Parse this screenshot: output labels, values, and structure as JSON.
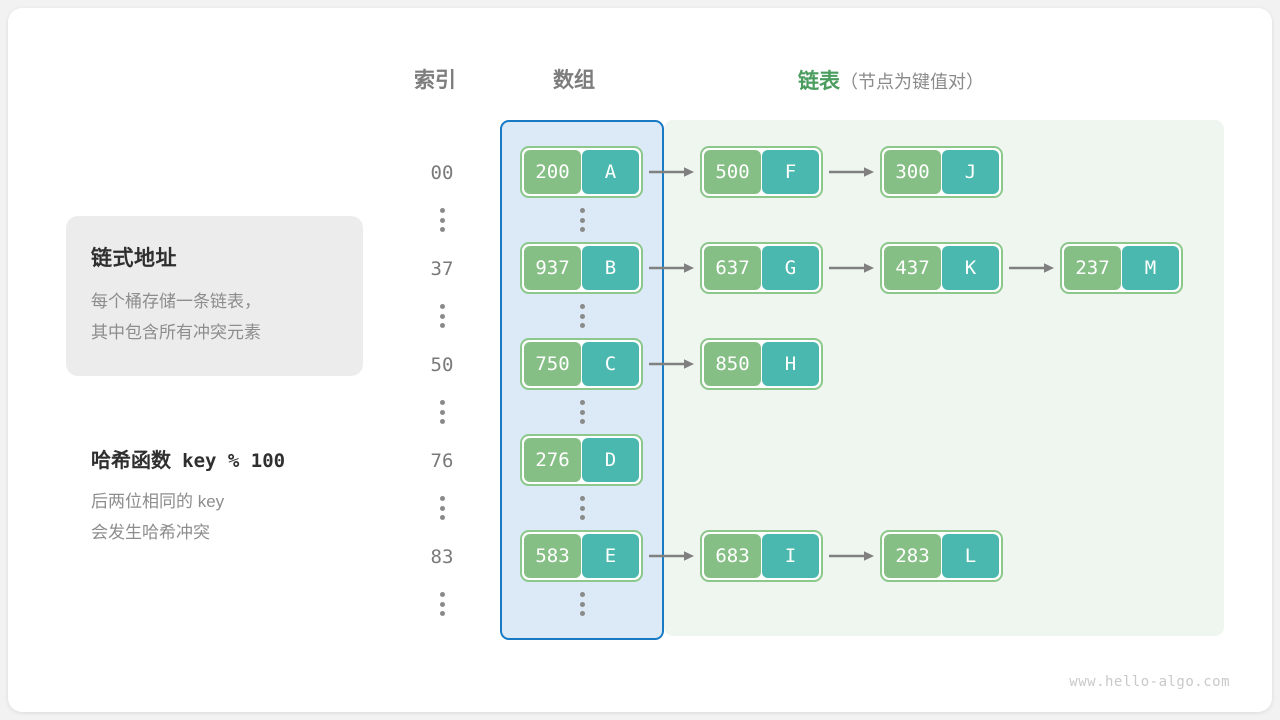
{
  "headers": {
    "index": "索引",
    "array": "数组",
    "list_main": "链表",
    "list_sub": "（节点为键值对）",
    "list_color": "#4a9d5f"
  },
  "info_panel": {
    "title": "链式地址",
    "line1": "每个桶存储一条链表，",
    "line2": "其中包含所有冲突元素"
  },
  "hash_note": {
    "title_cn": "哈希函数",
    "title_code": "key % 100",
    "line1": "后两位相同的 key",
    "line2": "会发生哈希冲突"
  },
  "colors": {
    "key_box": "#85bf85",
    "value_box": "#4ab8ae",
    "node_border": "#8cc78c",
    "array_border": "#1879c4",
    "array_fill": "#dbeaf6",
    "list_fill": "#eff6ef",
    "arrow": "#808080"
  },
  "rows": [
    {
      "index": "00",
      "bucket": {
        "key": "200",
        "value": "A"
      },
      "chain": [
        {
          "key": "500",
          "value": "F"
        },
        {
          "key": "300",
          "value": "J"
        }
      ]
    },
    {
      "index": "37",
      "bucket": {
        "key": "937",
        "value": "B"
      },
      "chain": [
        {
          "key": "637",
          "value": "G"
        },
        {
          "key": "437",
          "value": "K"
        },
        {
          "key": "237",
          "value": "M"
        }
      ]
    },
    {
      "index": "50",
      "bucket": {
        "key": "750",
        "value": "C"
      },
      "chain": [
        {
          "key": "850",
          "value": "H"
        }
      ]
    },
    {
      "index": "76",
      "bucket": {
        "key": "276",
        "value": "D"
      },
      "chain": []
    },
    {
      "index": "83",
      "bucket": {
        "key": "583",
        "value": "E"
      },
      "chain": [
        {
          "key": "683",
          "value": "I"
        },
        {
          "key": "283",
          "value": "L"
        }
      ]
    }
  ],
  "ellipsis_rows": 5,
  "watermark": "www.hello-algo.com"
}
